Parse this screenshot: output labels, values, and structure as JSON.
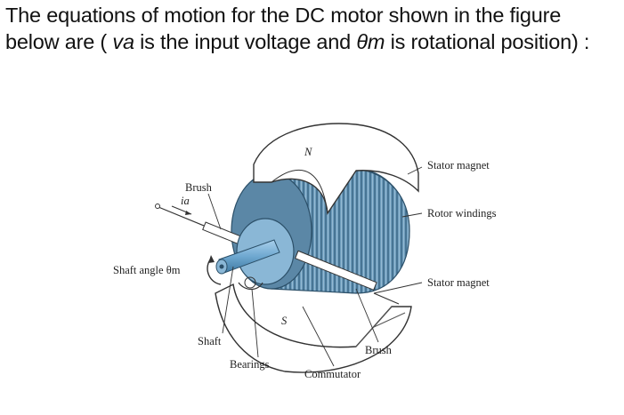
{
  "question": {
    "part1": "The equations of motion for the DC motor shown in the figure below are ( ",
    "va": "va",
    "part2": " is the input voltage and ",
    "theta_m": "θm",
    "part3": " is rotational  position) :"
  },
  "figure": {
    "labels": {
      "north": "N",
      "south": "S",
      "stator_magnet_top": "Stator magnet",
      "rotor_windings": "Rotor windings",
      "stator_magnet_bottom": "Stator magnet",
      "brush_top": "Brush",
      "current": "ia",
      "shaft_angle": "Shaft angle θm",
      "shaft": "Shaft",
      "bearings": "Bearings",
      "commutator": "Commutator",
      "brush_bottom": "Brush"
    },
    "colors": {
      "rotor": "#5f8fb0",
      "shaft": "#6fa8d0",
      "magnet": "#ffffff",
      "outline": "#333333"
    }
  }
}
